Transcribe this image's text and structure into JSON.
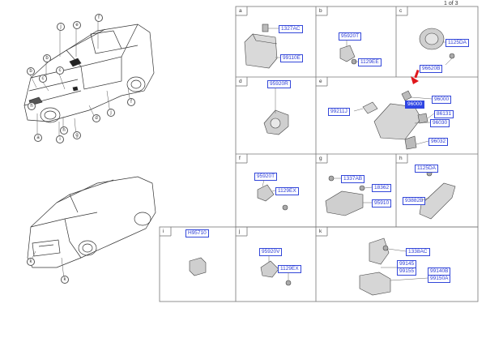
{
  "page_number": "1 of 3",
  "accent_color": "#2f46e6",
  "highlight_arrow_color": "#e0161b",
  "callouts_top_car": [
    "f",
    "j",
    "e",
    "b",
    "b",
    "c",
    "c",
    "h",
    "j",
    "f",
    "d",
    "a",
    "i",
    "h",
    "g"
  ],
  "callouts_bottom_car": [
    "k",
    "k"
  ],
  "panels": {
    "a": {
      "caption": "a",
      "labels": [
        "1327AC",
        "99110E"
      ]
    },
    "b": {
      "caption": "b",
      "labels": [
        "95920T",
        "1129EE"
      ]
    },
    "c": {
      "caption": "c",
      "labels": [
        "1125DA",
        "96620B"
      ]
    },
    "d": {
      "caption": "d",
      "labels": [
        "95920R"
      ]
    },
    "e": {
      "caption": "e",
      "labels": [
        "99211J",
        "96000",
        "96000",
        "86131",
        "96030",
        "96032"
      ]
    },
    "f": {
      "caption": "f",
      "labels": [
        "95920T",
        "1129EX"
      ]
    },
    "g": {
      "caption": "g",
      "labels": [
        "1337AB",
        "18362",
        "95910"
      ]
    },
    "h": {
      "caption": "h",
      "labels": [
        "1125DA",
        "93882B"
      ]
    },
    "i": {
      "caption": "i",
      "labels": [
        "H95710"
      ]
    },
    "j": {
      "caption": "j",
      "labels": [
        "95920V",
        "1129EX"
      ]
    },
    "k": {
      "caption": "k",
      "labels": [
        "1338AC",
        "99145",
        "99155",
        "99140B",
        "99150A"
      ]
    }
  }
}
